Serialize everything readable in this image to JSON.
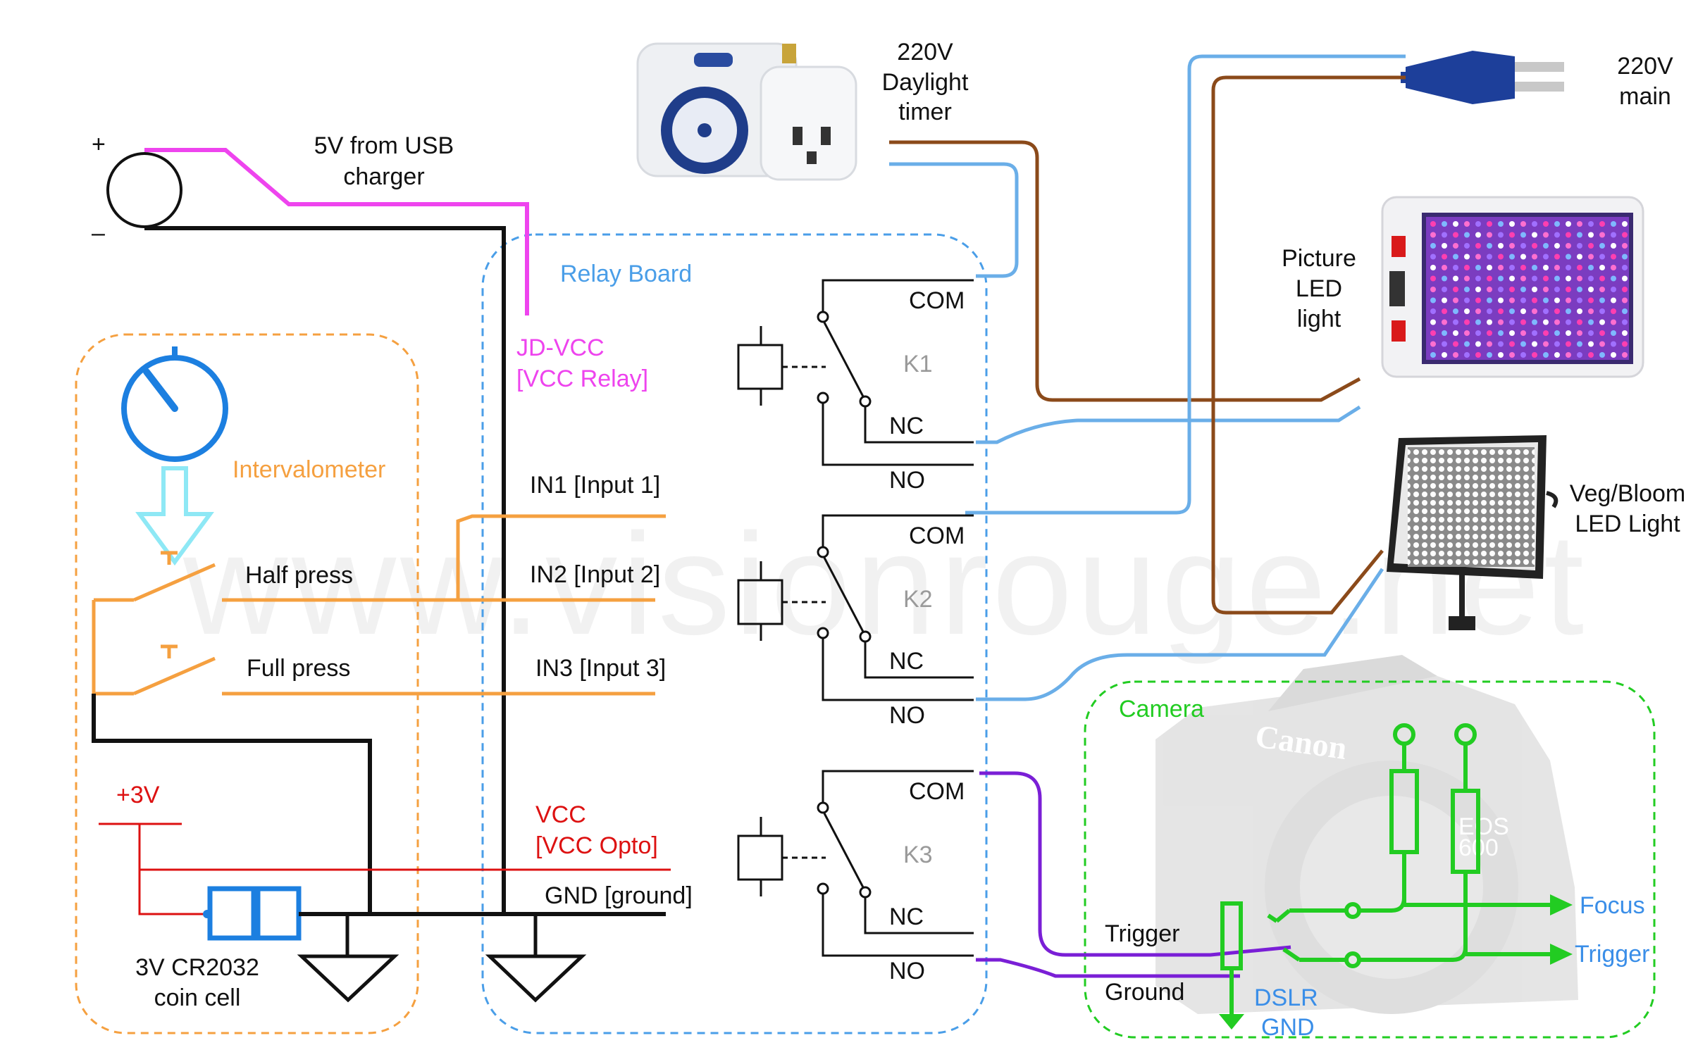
{
  "colors": {
    "usb": "#ee44ee",
    "ground": "#111111",
    "interval": "#f5a040",
    "relay_box": "#4a9ee8",
    "blue_wire": "#6aaee8",
    "brown_wire": "#8b4a1a",
    "red": "#dd1111",
    "purple": "#7a1fd6",
    "green": "#22cc22",
    "camera_label": "#3a8ee8"
  },
  "labels": {
    "power_source_text": "5V from USB\ncharger",
    "plus": "+",
    "minus": "–",
    "relay_board": "Relay Board",
    "jd_vcc": "JD-VCC\n[VCC Relay]",
    "intervalometer": "Intervalometer",
    "half_press": "Half press",
    "full_press": "Full press",
    "in1": "IN1 [Input 1]",
    "in2": "IN2 [Input 2]",
    "in3": "IN3 [Input 3]",
    "plus3v": "+3V",
    "vcc_opto": "VCC\n[VCC Opto]",
    "gnd": "GND [ground]",
    "coin_cell": "3V CR2032\ncoin cell",
    "timer": "220V\nDaylight\ntimer",
    "mains": "220V\nmain",
    "picture_led": "Picture\nLED\nlight",
    "veg_bloom": "Veg/Bloom\nLED Light",
    "camera": "Camera",
    "trigger_wire": "Trigger",
    "ground_wire": "Ground",
    "focus": "Focus",
    "trigger_out": "Trigger",
    "dslr_gnd": "DSLR\nGND",
    "canon": "Canon",
    "eos": "EOS\n600",
    "watermark": "www.visionrouge.net"
  },
  "relays": [
    {
      "name": "K1",
      "com": "COM",
      "nc": "NC",
      "no": "NO"
    },
    {
      "name": "K2",
      "com": "COM",
      "nc": "NC",
      "no": "NO"
    },
    {
      "name": "K3",
      "com": "COM",
      "nc": "NC",
      "no": "NO"
    }
  ]
}
